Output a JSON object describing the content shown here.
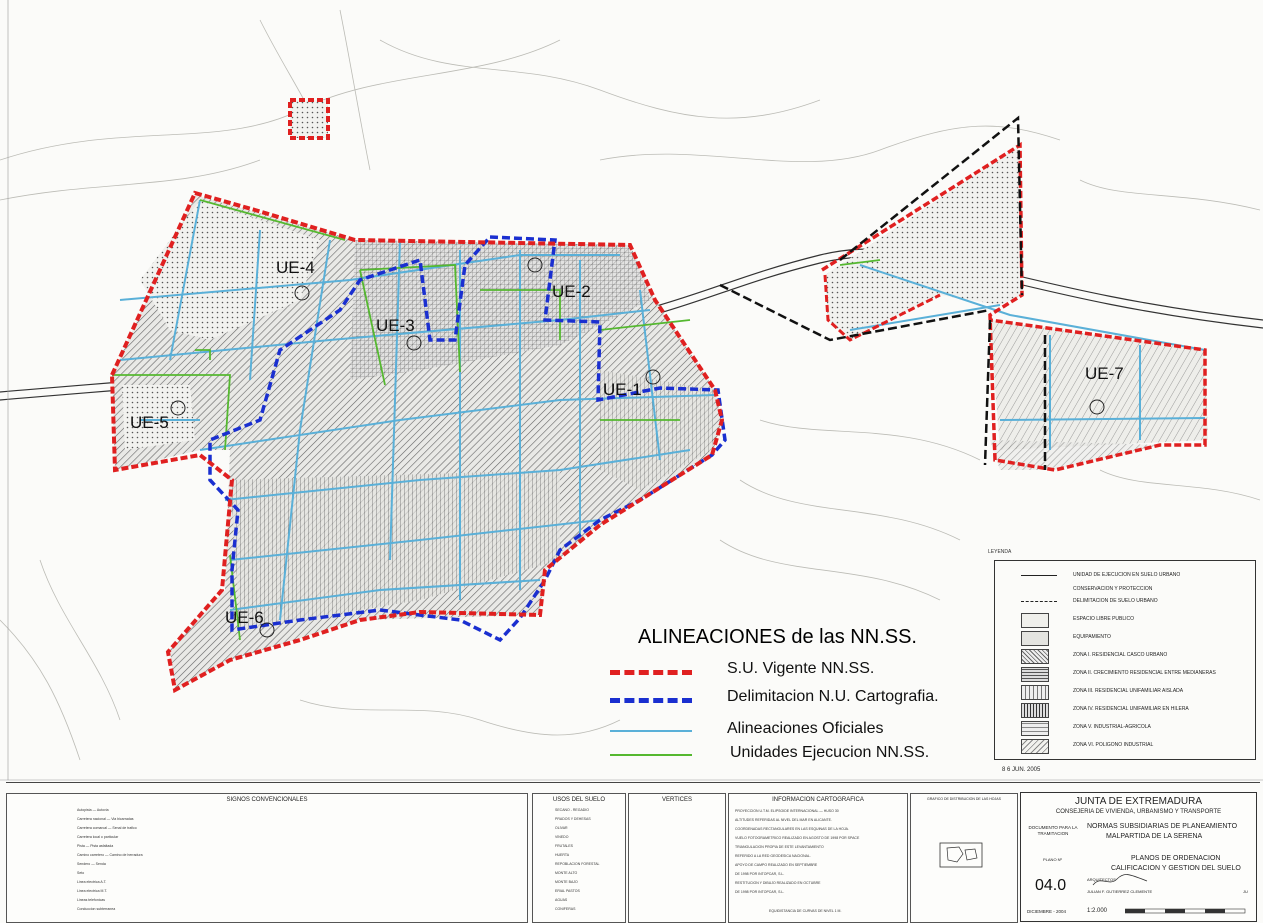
{
  "main_legend": {
    "title": "ALINEACIONES de las NN.SS.",
    "items": [
      {
        "label": "S.U. Vigente  NN.SS.",
        "color": "#e02020",
        "style": "dashed"
      },
      {
        "label": "Delimitacion N.U. Cartografia.",
        "color": "#1a2fd0",
        "style": "dashed"
      },
      {
        "label": "Alineaciones Oficiales",
        "color": "#5ab0d8",
        "style": "solid"
      },
      {
        "label": "Unidades Ejecucion NN.SS.",
        "color": "#55b830",
        "style": "solid"
      }
    ]
  },
  "units": [
    {
      "label": "UE-1"
    },
    {
      "label": "UE-2"
    },
    {
      "label": "UE-3"
    },
    {
      "label": "UE-4"
    },
    {
      "label": "UE-5"
    },
    {
      "label": "UE-6"
    },
    {
      "label": "UE-7"
    }
  ],
  "legend_box": {
    "title": "LEYENDA",
    "items": [
      "UNIDAD DE EJECUCION EN SUELO URBANO",
      "CONSERVACION Y PROTECCION",
      "DELIMITACION DE SUELO URBANO",
      "ESPACIO LIBRE PUBLICO",
      "EQUIPAMIENTO",
      "ZONA I. RESIDENCIAL CASCO URBANO",
      "ZONA II. CRECIMIENTO RESIDENCIAL ENTRE MEDIANERAS",
      "ZONA III. RESIDENCIAL UNIFAMILIAR AISLADA",
      "ZONA IV. RESIDENCIAL UNIFAMILIAR EN HILERA",
      "ZONA V. INDUSTRIAL-AGRICOLA",
      "ZONA VI. POLIGONO INDUSTRIAL"
    ],
    "date": "8 6 JUN. 2005"
  },
  "bottom_panels": {
    "signos": {
      "title": "SIGNOS CONVENCIONALES",
      "rows": [
        "Autopista — Autovia",
        "Carretera nacional — Via bicarradas",
        "Carretera comarcal — Senal de trafico",
        "Carretera local o particular",
        "Pista — Pista asfaltada",
        "Camino carretero — Camino de herradura",
        "Sendero — Senda",
        "Seto",
        "Linea electrica A.T.",
        "Linea electrica M.T.",
        "Lineas telefonicas",
        "Conduccion subterranea"
      ]
    },
    "usos": {
      "title": "USOS DEL SUELO",
      "rows": [
        "SECANO - REGADIO",
        "PRADOS Y DEHESAS",
        "OLIVAR",
        "VINEDO",
        "FRUTALES",
        "HUERTA",
        "REPOBLACION FORESTAL",
        "MONTE ALTO",
        "MONTE BAJO",
        "ERIAL PASTOS",
        "AGUAS",
        "CONIFERAS"
      ]
    },
    "vertices": {
      "title": "VERTICES"
    },
    "info": {
      "title": "INFORMACION CARTOGRAFICA",
      "rows": [
        "PROYECCION U.T.M. ELIPSOIDE INTERNACIONAL — HUSO 30",
        "ALTITUDES REFERIDAS AL NIVEL DEL MAR EN ALICANTE.",
        "COORDENADAS RECTANGULARES EN LAS ESQUINAS DE LA HOJA.",
        "VUELO FOTOGRAMETRICO REALIZADO EN AGOSTO DE 1998 POR SPACE",
        "TRIANGULACION PROPIA DE ESTE LEVANTAMIENTO",
        "REFERIDO A LA RED GEODESICA NACIONAL.",
        "APOYO DE CAMPO REALIZADO EN SEPTIEMBRE",
        "DE 1998 POR INTOPCAR, S.L.",
        "RESTITUCION Y DIBUJO REALIZADO EN OCTUBRE",
        "DE 1998 POR INTOPCAR, S.L.",
        "EQUIDISTANCIA DE CURVAS DE NIVEL 1 M."
      ]
    },
    "grafico": {
      "title": "GRAFICO DE DISTRIBUCION DE LAS HOJAS"
    }
  },
  "title_block": {
    "org": "JUNTA DE EXTREMADURA",
    "dept": "CONSEJERIA DE VIVIENDA, URBANISMO Y TRANSPORTE",
    "norm1": "NORMAS SUBSIDIARIAS DE PLANEAMIENTO",
    "norm2": "MALPARTIDA DE LA SERENA",
    "doc": "DOCUMENTO PARA LA TRAMITACION",
    "plano_label": "PLANO Nº",
    "plan1": "PLANOS DE ORDENACION",
    "plan2": "CALIFICACION Y GESTION DEL SUELO",
    "number": "04.0",
    "arq": "ARQUITECTOS",
    "name": "JULIAN F. GUTIERREZ CLEMENTE",
    "jul": "JU",
    "date": "DICIEMBRE - 2004",
    "scale": "1:2.000"
  },
  "colors": {
    "suelo_urbano": "#e02020",
    "delimitacion": "#1a2fd0",
    "alineaciones": "#5ab0d8",
    "unidades": "#55b830"
  }
}
